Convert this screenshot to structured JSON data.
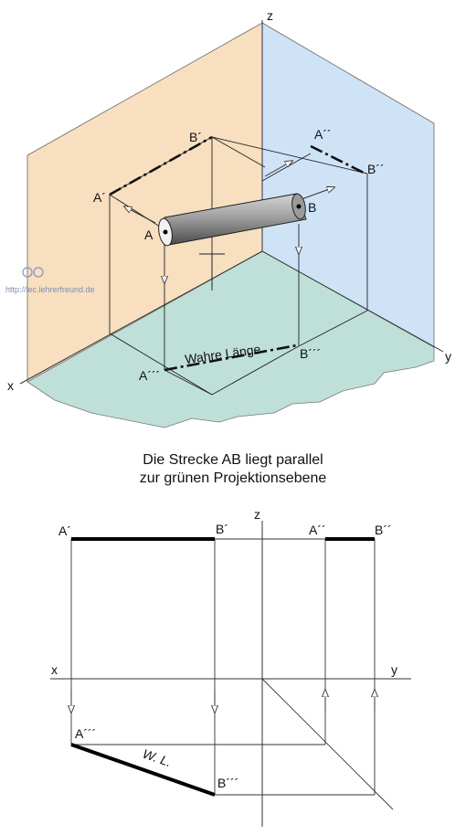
{
  "iso": {
    "axis_z": "z",
    "axis_x": "x",
    "axis_y": "y",
    "point_A": "A",
    "point_B": "B",
    "A_front": "A´",
    "B_front": "B´",
    "A_side": "A´´",
    "B_side": "B´´",
    "A_top": "A´´´",
    "B_top": "B´´´",
    "true_length_label": "Wahre Länge",
    "watermark": "http://lec.lehrerfreund.de",
    "colors": {
      "left_plane": "#f7dfc0",
      "right_plane": "#cfe3f7",
      "floor_plane": "#bfe0d8"
    }
  },
  "caption": {
    "line1": "Die Strecke AB liegt parallel",
    "line2": "zur grünen Projektionsebene"
  },
  "ortho": {
    "axis_z": "z",
    "axis_x": "x",
    "axis_y": "y",
    "A_front": "A´",
    "B_front": "B´",
    "A_side": "A´´",
    "B_side": "B´´",
    "A_top": "A´´´",
    "B_top": "B´´´",
    "true_length_label": "W. L."
  }
}
